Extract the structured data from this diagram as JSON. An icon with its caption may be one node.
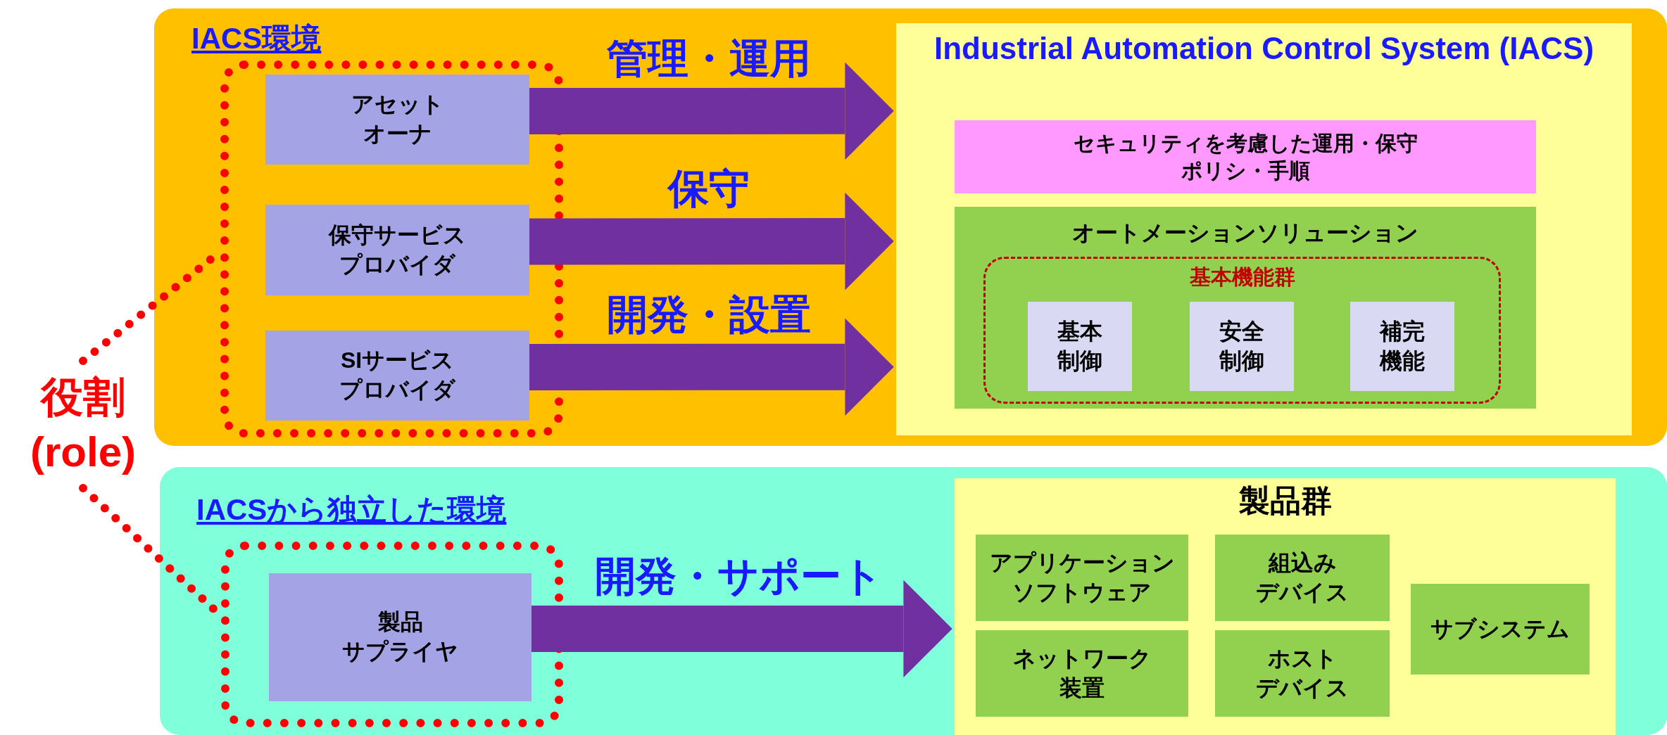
{
  "diagram": {
    "nodes": [
      {
        "text": [
          "IACS環境"
        ]
      },
      {
        "text": [],
        "shape": "box",
        "in": 0
      },
      {
        "text": [
          "アセットオーナ"
        ],
        "in": 1
      },
      {
        "text": [
          "保守サービスプロバイダ"
        ],
        "in": 1
      },
      {
        "text": [
          "SIサービスプロバイダ"
        ],
        "in": 1
      },
      {
        "text": [
          "Industrial Automation Control System (IACS)"
        ],
        "in": 0
      },
      {
        "text": [
          "セキュリティを考慮した運用・保守ポリシ・手順"
        ],
        "in": 5
      },
      {
        "text": [
          "オートメーションソリューション"
        ],
        "in": 5
      },
      {
        "text": [
          "基本機能群"
        ],
        "in": 7
      },
      {
        "text": [
          "基本制御"
        ],
        "in": 8
      },
      {
        "text": [
          "安全制御"
        ],
        "in": 8
      },
      {
        "text": [
          "補完機能"
        ],
        "in": 8
      },
      {
        "text": [
          "IACSから独立した環境"
        ]
      },
      {
        "text": [],
        "shape": "box",
        "in": 12
      },
      {
        "text": [
          "製品サプライヤ"
        ],
        "in": 13
      },
      {
        "text": [
          "製品群"
        ],
        "in": 12
      },
      {
        "text": [
          "アプリケーションソフトウェア"
        ],
        "in": 15
      },
      {
        "text": [
          "組込みデバイス"
        ],
        "in": 15
      },
      {
        "text": [
          "ネットワーク装置"
        ],
        "in": 15
      },
      {
        "text": [
          "ホストデバイス"
        ],
        "in": 15
      },
      {
        "text": [
          "サブシステム"
        ],
        "in": 15
      },
      {
        "text": [
          "役割(role)"
        ]
      }
    ],
    "edges": [
      {
        "from": 2,
        "to": 5,
        "arrow": "to",
        "label": "管理・運用"
      },
      {
        "from": 3,
        "to": 5,
        "arrow": "to",
        "label": "保守"
      },
      {
        "from": 4,
        "to": 5,
        "arrow": "to",
        "label": "開発・設置"
      },
      {
        "from": 14,
        "to": 15,
        "arrow": "to",
        "label": "開発・サポート"
      },
      {
        "from": 21,
        "to": 1,
        "arrow": "none",
        "style": "dashed",
        "color": "#ff0000"
      },
      {
        "from": 21,
        "to": 13,
        "arrow": "none",
        "style": "dashed",
        "color": "#ff0000"
      }
    ]
  }
}
